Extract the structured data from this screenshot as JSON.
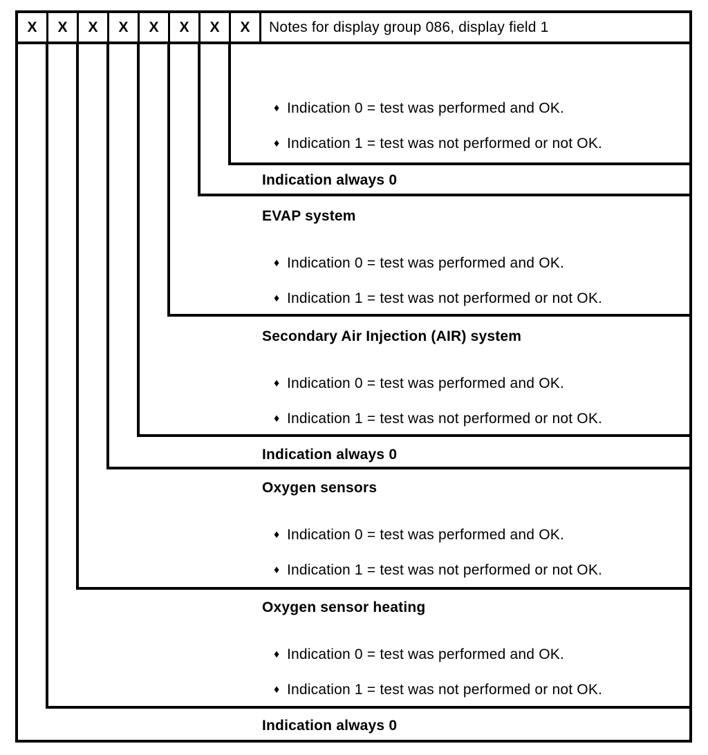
{
  "header": {
    "bit_cells": [
      "X",
      "X",
      "X",
      "X",
      "X",
      "X",
      "X",
      "X"
    ],
    "notes_label": "Notes for display group 086, display field 1"
  },
  "sections": [
    {
      "bit": 8,
      "title": "",
      "bullets": [
        "Indication 0 = test was performed and OK.",
        "Indication 1 = test was not performed or not OK."
      ]
    },
    {
      "bit": 7,
      "title": "Indication always 0",
      "bullets": []
    },
    {
      "bit": 6,
      "title": "EVAP system",
      "bullets": [
        "Indication 0 = test was performed and OK.",
        "Indication 1 = test was not performed or not OK."
      ]
    },
    {
      "bit": 5,
      "title": "Secondary Air Injection (AIR) system",
      "bullets": [
        "Indication 0 = test was performed and OK.",
        "Indication 1 = test was not performed or not OK."
      ]
    },
    {
      "bit": 4,
      "title": "Indication always 0",
      "bullets": []
    },
    {
      "bit": 3,
      "title": "Oxygen sensors",
      "bullets": [
        "Indication 0 = test was performed and OK.",
        "Indication 1 = test was not performed or not OK."
      ]
    },
    {
      "bit": 2,
      "title": "Oxygen sensor heating",
      "bullets": [
        "Indication 0 = test was performed and OK.",
        "Indication 1 = test was not performed or not OK."
      ]
    },
    {
      "bit": 1,
      "title": "Indication always 0",
      "bullets": []
    }
  ],
  "icons": {
    "bullet": "diamond-bullet-icon"
  },
  "colors": {
    "line": "#000000",
    "background": "#ffffff",
    "text": "#000000"
  }
}
